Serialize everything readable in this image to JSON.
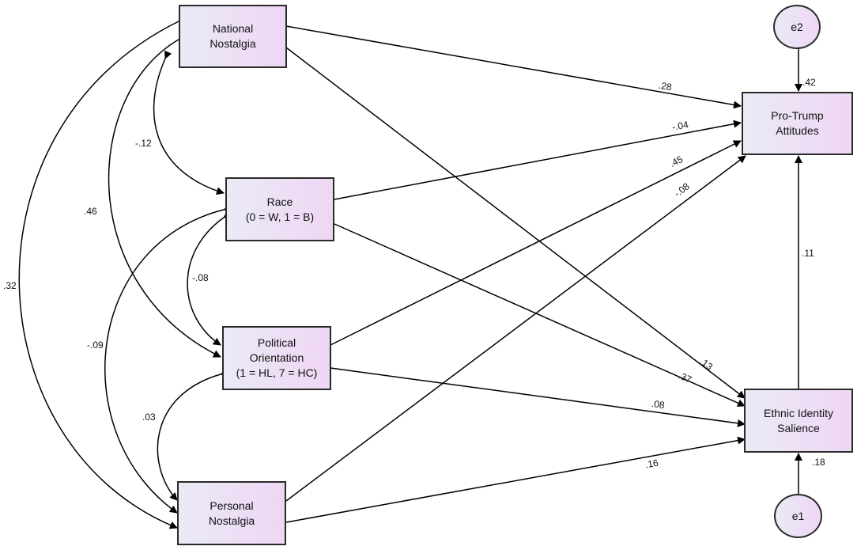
{
  "nodes": {
    "national_nostalgia": [
      "National",
      "Nostalgia"
    ],
    "race": [
      "Race",
      "(0 = W, 1 = B)"
    ],
    "political_orientation": [
      "Political",
      "Orientation",
      "(1 = HL, 7 = HC)"
    ],
    "personal_nostalgia": [
      "Personal",
      "Nostalgia"
    ],
    "pro_trump": [
      "Pro-Trump",
      "Attitudes"
    ],
    "ethnic_identity": [
      "Ethnic Identity",
      "Salience"
    ],
    "e1": "e1",
    "e2": "e2"
  },
  "coefficients": {
    "national_to_protrump": ".28",
    "race_to_protrump": "-.04",
    "political_to_protrump": ".45",
    "personal_to_protrump": "-.08",
    "national_to_ethnic": ".13",
    "race_to_ethnic": ".37",
    "political_to_ethnic": ".08",
    "personal_to_ethnic": ".16",
    "ethnic_to_protrump": ".11",
    "e2_to_protrump": ".42",
    "e1_to_ethnic": ".18",
    "cov_national_race": "-.12",
    "cov_national_political": ".46",
    "cov_national_personal": ".32",
    "cov_race_political": "-.08",
    "cov_race_personal": "-.09",
    "cov_political_personal": ".03"
  }
}
